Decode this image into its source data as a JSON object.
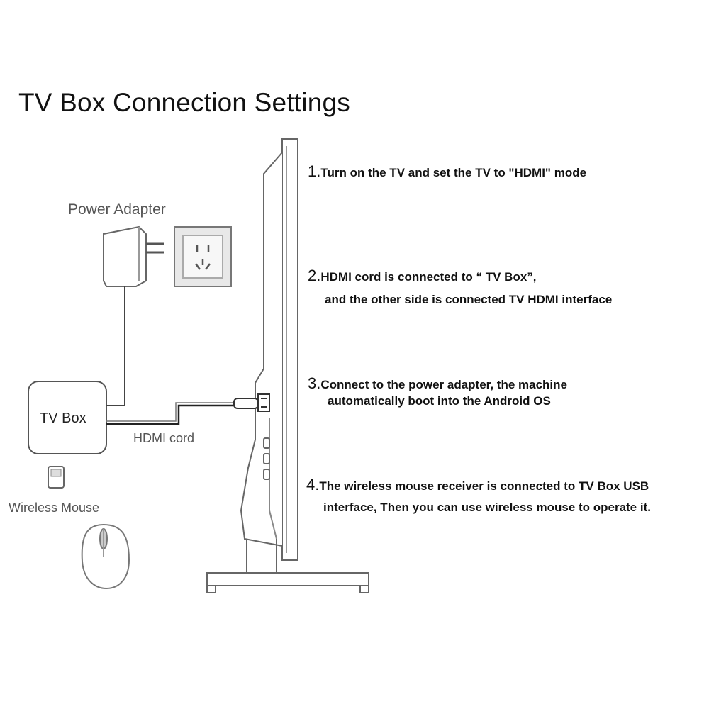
{
  "title": "TV Box Connection Settings",
  "labels": {
    "power_adapter": "Power Adapter",
    "tv_box": "TV Box",
    "hdmi_cord": "HDMI cord",
    "wireless_mouse": "Wireless Mouse"
  },
  "steps": [
    {
      "num": "1.",
      "lines": [
        "Turn on the TV and set the TV to \"HDMI\" mode"
      ]
    },
    {
      "num": "2.",
      "lines": [
        "HDMI cord is connected to “ TV Box”,",
        "and the other side is connected TV HDMI interface"
      ]
    },
    {
      "num": "3.",
      "lines": [
        "Connect to the power adapter, the machine",
        "automatically boot into the Android OS"
      ]
    },
    {
      "num": "4.",
      "lines": [
        "The wireless mouse receiver is connected to TV  Box USB",
        "interface, Then you can use wireless mouse to operate it."
      ]
    }
  ]
}
